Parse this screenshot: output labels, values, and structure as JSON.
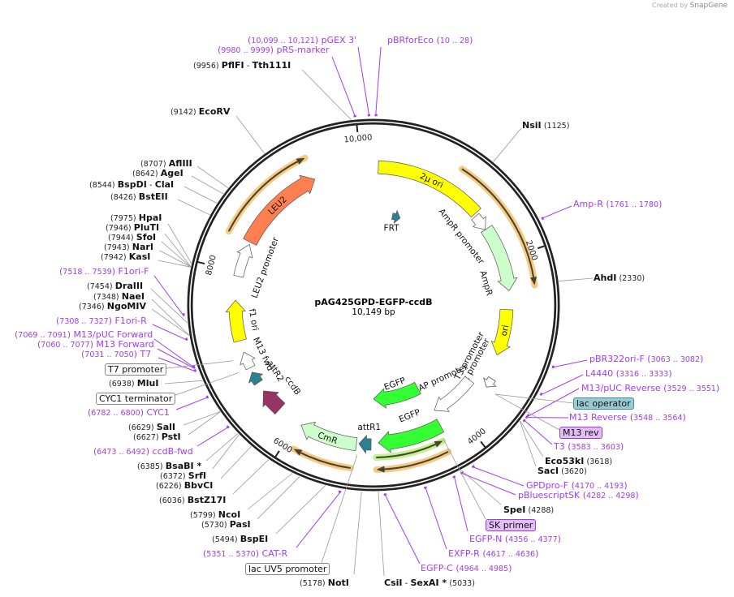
{
  "header": {
    "created_by": "Created by",
    "brand": "SnapGene"
  },
  "map": {
    "name": "pAG425GPD-EGFP-ccdB",
    "length": "10,149 bp",
    "ticks": [
      "2000",
      "4000",
      "6000",
      "8000",
      "10,000"
    ]
  },
  "features": [
    {
      "label": "2μ ori",
      "color": "#ffff00"
    },
    {
      "label": "AmpR promoter",
      "color": "#ffffff"
    },
    {
      "label": "AmpR",
      "color": "#ccffcc"
    },
    {
      "label": "ori",
      "color": "#ffff00"
    },
    {
      "label": "T3 promoter",
      "color": "#ffffff"
    },
    {
      "label": "lac promoter",
      "color": "#ffffff"
    },
    {
      "label": "GAP promoter",
      "color": "#ffffff"
    },
    {
      "label": "EGFP",
      "color": "#33ff33"
    },
    {
      "label": "EGFP",
      "color": "#33ff33"
    },
    {
      "label": "attR1",
      "color": "#2e7f94"
    },
    {
      "label": "CmR",
      "color": "#ccffcc"
    },
    {
      "label": "ccdB",
      "color": "#993366"
    },
    {
      "label": "attR2",
      "color": "#2e7f94"
    },
    {
      "label": "M13 fwd",
      "color": "#ffffff"
    },
    {
      "label": "f1 ori",
      "color": "#ffff00"
    },
    {
      "label": "LEU2 promoter",
      "color": "#ffffff"
    },
    {
      "label": "LEU2",
      "color": "#ff7f50"
    },
    {
      "label": "FRT",
      "color": "#2e7f94"
    }
  ],
  "enzymes": [
    {
      "name": "PflFI",
      "name2": "Tth111I",
      "pos": "9956"
    },
    {
      "name": "EcoRV",
      "pos": "9142"
    },
    {
      "name": "AflIII",
      "pos": "8707"
    },
    {
      "name": "AgeI",
      "pos": "8642"
    },
    {
      "name": "BspDI",
      "name2": "ClaI",
      "pos": "8544"
    },
    {
      "name": "BstEII",
      "pos": "8426"
    },
    {
      "name": "HpaI",
      "pos": "7975"
    },
    {
      "name": "PluTI",
      "pos": "7946"
    },
    {
      "name": "SfoI",
      "pos": "7944"
    },
    {
      "name": "NarI",
      "pos": "7943"
    },
    {
      "name": "KasI",
      "pos": "7942"
    },
    {
      "name": "DraIII",
      "pos": "7454"
    },
    {
      "name": "NaeI",
      "pos": "7348"
    },
    {
      "name": "NgoMIV",
      "pos": "7346"
    },
    {
      "name": "MluI",
      "pos": "6938"
    },
    {
      "name": "SalI",
      "pos": "6629"
    },
    {
      "name": "PstI",
      "pos": "6627"
    },
    {
      "name": "BsaBI *",
      "pos": "6385"
    },
    {
      "name": "SrfI",
      "pos": "6372"
    },
    {
      "name": "BbvCI",
      "pos": "6226"
    },
    {
      "name": "BstZ17I",
      "pos": "6036"
    },
    {
      "name": "NcoI",
      "pos": "5799"
    },
    {
      "name": "PasI",
      "pos": "5730"
    },
    {
      "name": "BspEI",
      "pos": "5494"
    },
    {
      "name": "NotI",
      "pos": "5178"
    },
    {
      "name": "CsiI",
      "name2": "SexAI *",
      "pos": "5033"
    },
    {
      "name": "SpeI",
      "pos": "4288"
    },
    {
      "name": "SacI",
      "pos": "3620"
    },
    {
      "name": "Eco53kI",
      "pos": "3618"
    },
    {
      "name": "AhdI",
      "pos": "2330"
    },
    {
      "name": "NsiI",
      "pos": "1125"
    }
  ],
  "primers": [
    {
      "name": "pGEX 3'",
      "range": "10,099 .. 10,121"
    },
    {
      "name": "pRS-marker",
      "range": "9980 .. 9999"
    },
    {
      "name": "pBRforEco",
      "range": "10 .. 28"
    },
    {
      "name": "F1ori-F",
      "range": "7518 .. 7539"
    },
    {
      "name": "F1ori-R",
      "range": "7308 .. 7327"
    },
    {
      "name": "M13/pUC Forward",
      "range": "7069 .. 7091"
    },
    {
      "name": "M13 Forward",
      "range": "7060 .. 7077"
    },
    {
      "name": "T7",
      "range": "7031 .. 7050"
    },
    {
      "name": "CYC1",
      "range": "6782 .. 6800"
    },
    {
      "name": "ccdB-fwd",
      "range": "6473 .. 6492"
    },
    {
      "name": "CAT-R",
      "range": "5351 .. 5370"
    },
    {
      "name": "EGFP-C",
      "range": "4964 .. 4985"
    },
    {
      "name": "EXFP-R",
      "range": "4617 .. 4636"
    },
    {
      "name": "EGFP-N",
      "range": "4356 .. 4377"
    },
    {
      "name": "GPDpro-F",
      "range": "4170 .. 4193"
    },
    {
      "name": "pBluescriptSK",
      "range": "4282 .. 4298"
    },
    {
      "name": "T3",
      "range": "3583 .. 3603"
    },
    {
      "name": "M13 Reverse",
      "range": "3548 .. 3564"
    },
    {
      "name": "M13/pUC Reverse",
      "range": "3529 .. 3551"
    },
    {
      "name": "L4440",
      "range": "3316 .. 3333"
    },
    {
      "name": "pBR322ori-F",
      "range": "3063 .. 3082"
    },
    {
      "name": "Amp-R",
      "range": "1761 .. 1780"
    }
  ],
  "boxed_labels": [
    {
      "label": "T7 promoter",
      "style": "plain"
    },
    {
      "label": "CYC1 terminator",
      "style": "plain"
    },
    {
      "label": "lac UV5 promoter",
      "style": "plain"
    },
    {
      "label": "SK primer",
      "style": "purple"
    },
    {
      "label": "lac operator",
      "style": "teal"
    },
    {
      "label": "M13 rev",
      "style": "purple"
    }
  ],
  "colors": {
    "backbone": "#222222",
    "primer": "#a43cf0",
    "orf_line": "#f5c26b",
    "orf_line_green": "#b6f07a"
  }
}
